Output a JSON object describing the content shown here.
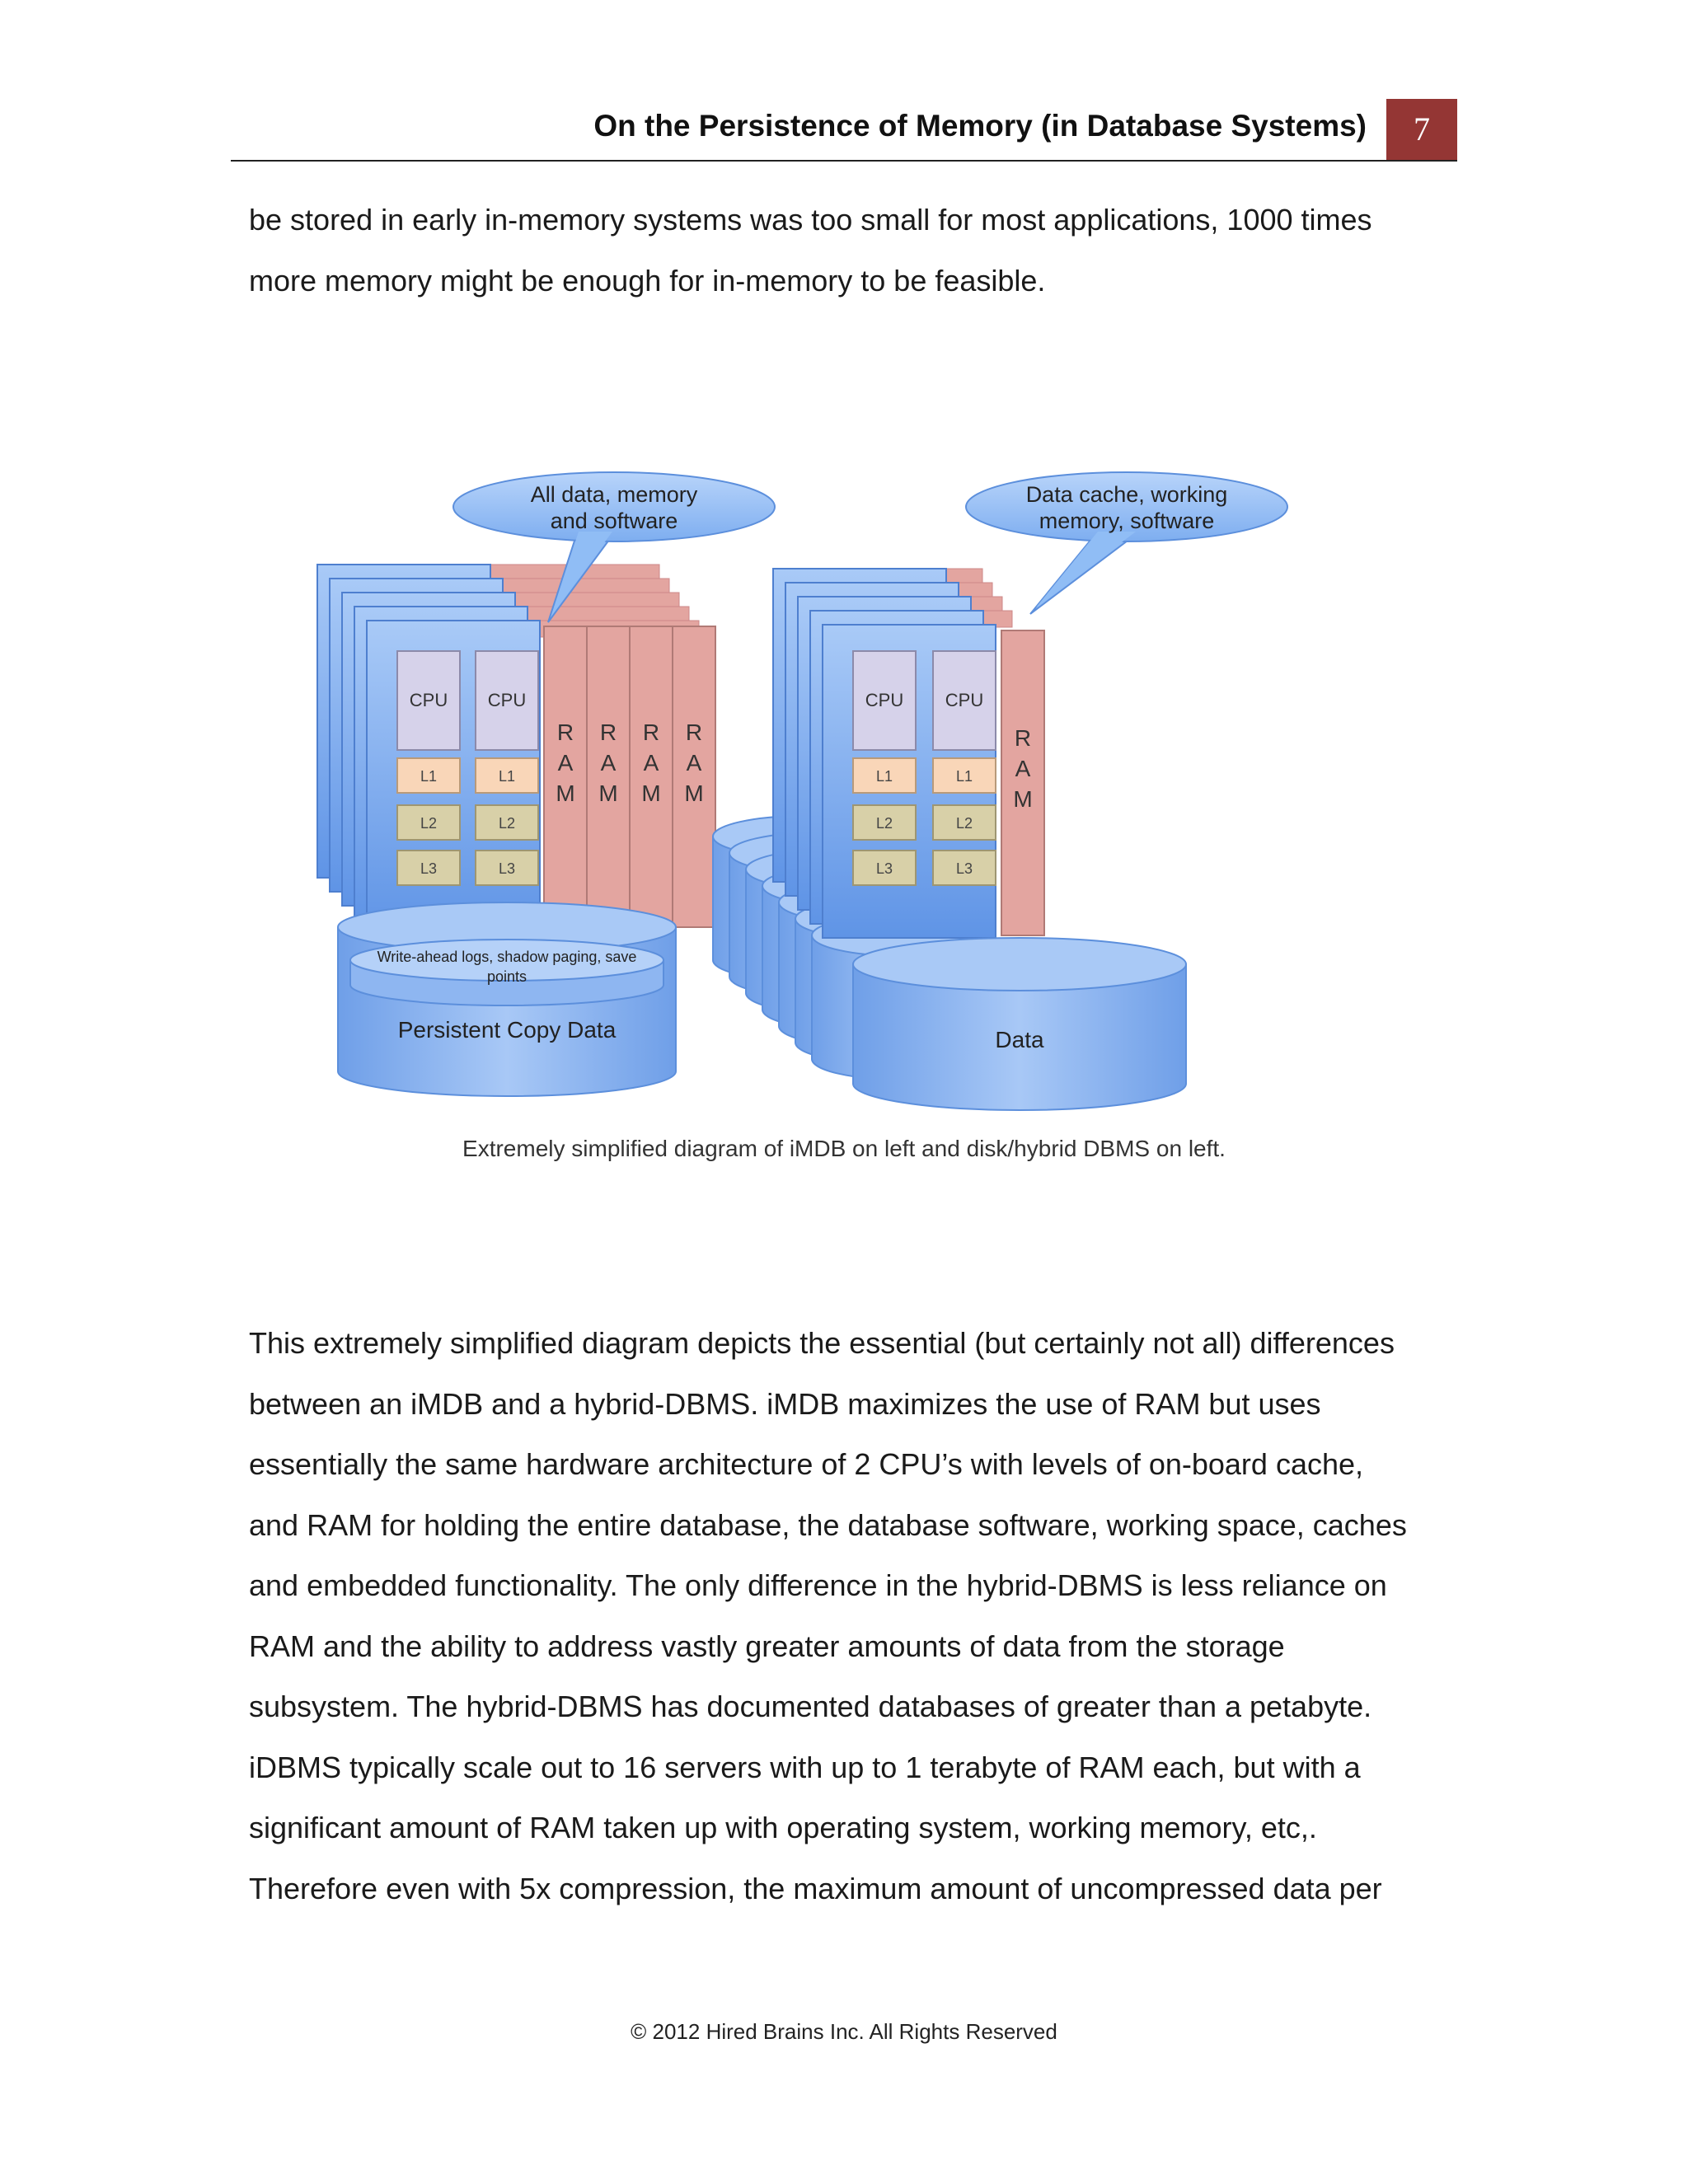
{
  "header": {
    "title": "On the Persistence of Memory (in Database Systems)",
    "page_number": "7"
  },
  "paragraph_top": [
    "be stored in early in-memory systems was too small for most applications, 1000 times",
    "more memory might be enough for in-memory to be feasible."
  ],
  "figure": {
    "left_callout": [
      "All data, memory",
      "and software"
    ],
    "right_callout": [
      "Data cache, working",
      "memory,  software"
    ],
    "cpu_label": "CPU",
    "cache_levels": [
      "L1",
      "L2",
      "L3"
    ],
    "ram_letters": [
      "R",
      "A",
      "M"
    ],
    "log_label": [
      "Write-ahead logs, shadow paging, save",
      "points"
    ],
    "persistent_label": "Persistent Copy Data",
    "data_label": "Data",
    "caption": "Extremely simplified diagram of iMDB on left and disk/hybrid DBMS on left."
  },
  "paragraph_main": [
    "This extremely simplified diagram depicts the essential (but certainly not all) differences",
    "between an iMDB and a hybrid-DBMS. iMDB maximizes the use of RAM but uses",
    "essentially the same hardware architecture of 2 CPU’s with levels of on-board cache,",
    "and RAM for holding the entire database, the database software, working space, caches",
    "and embedded functionality. The only difference in the hybrid-DBMS is less reliance on",
    "RAM and the ability to address vastly greater amounts of data from the storage",
    "subsystem. The hybrid-DBMS has documented databases of greater than a petabyte.",
    "iDBMS typically scale out to 16 servers with up to 1 terabyte of RAM each, but with a",
    "significant amount of RAM taken up with operating system, working memory, etc,.",
    "Therefore even with 5x compression, the maximum amount of uncompressed data per"
  ],
  "footer": "© 2012 Hired Brains Inc.  All Rights Reserved",
  "colors": {
    "page_badge": "#943634",
    "server_blue": "#7aaaf0",
    "ram_pink": "#e3a5a0",
    "cpu_lavender": "#d6d2ea",
    "l1_peach": "#f9d6b8",
    "l2_l3_tan": "#d8d0a8",
    "callout_blue": "#8fbcf5"
  }
}
